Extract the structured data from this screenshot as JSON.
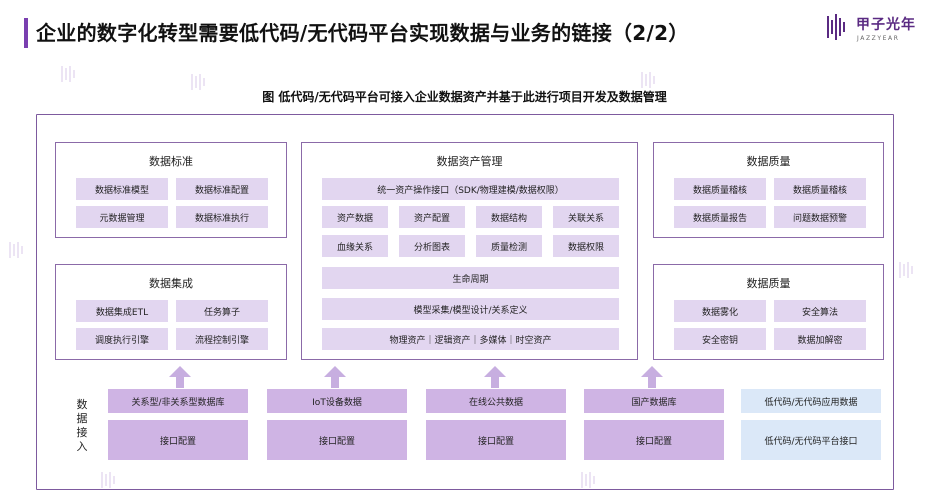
{
  "header": {
    "title": "企业的数字化转型需要低代码/无代码平台实现数据与业务的链接（2/2）",
    "logo_cn": "甲子光年",
    "logo_en": "JAZZYEAR"
  },
  "figure": {
    "caption": "图 低代码/无代码平台可接入企业数据资产并基于此进行项目开发及数据管理"
  },
  "panels": {
    "data_standard": {
      "title": "数据标准",
      "items": [
        "数据标准模型",
        "数据标准配置",
        "元数据管理",
        "数据标准执行"
      ]
    },
    "data_integration": {
      "title": "数据集成",
      "items": [
        "数据集成ETL",
        "任务算子",
        "调度执行引擎",
        "流程控制引擎"
      ]
    },
    "asset_management": {
      "title": "数据资产管理",
      "interface": "统一资产操作接口（SDK/物理建模/数据权限）",
      "grid": [
        "资产数据",
        "资产配置",
        "数据结构",
        "关联关系",
        "血缘关系",
        "分析图表",
        "质量检测",
        "数据权限"
      ],
      "lifecycle": "生命周期",
      "modeling": "模型采集/模型设计/关系定义",
      "asset_types": "物理资产｜逻辑资产｜多媒体｜时空资产"
    },
    "data_quality_1": {
      "title": "数据质量",
      "items": [
        "数据质量稽核",
        "数据质量稽核",
        "数据质量报告",
        "问题数据预警"
      ]
    },
    "data_quality_2": {
      "title": "数据质量",
      "items": [
        "数据雾化",
        "安全算法",
        "安全密钥",
        "数据加解密"
      ]
    }
  },
  "ingest": {
    "label": [
      "数",
      "据",
      "接",
      "入"
    ],
    "sources": [
      {
        "name": "关系型/非关系型数据库",
        "interface": "接口配置"
      },
      {
        "name": "IoT设备数据",
        "interface": "接口配置"
      },
      {
        "name": "在线公共数据",
        "interface": "接口配置"
      },
      {
        "name": "国产数据库",
        "interface": "接口配置"
      },
      {
        "name": "低代码/无代码应用数据",
        "interface": "低代码/无代码平台接口"
      }
    ]
  },
  "colors": {
    "accent": "#7a3fb0",
    "chip": "#e2d6f0",
    "source": "#cfb4e4",
    "source_light": "#dbe8f8",
    "border": "#8b6aa8"
  }
}
